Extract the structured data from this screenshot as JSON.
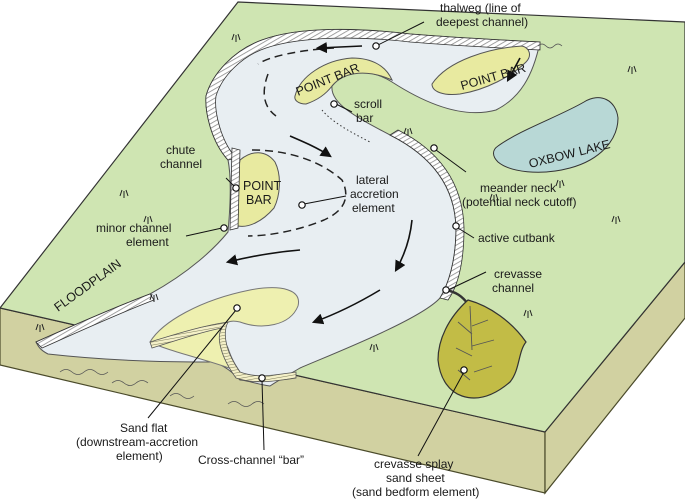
{
  "colors": {
    "floodplain": "#cfe5b2",
    "floodplain_edge": "#4a6b3a",
    "side_wall": "#d1d1a1",
    "channel": "#e8eef2",
    "point_bar": "#e8eaa0",
    "sand_flat": "#eef0b0",
    "oxbow_lake": "#b8d8d6",
    "splay": "#c2bc46",
    "bank_hatch": "#9a9a9a"
  },
  "bar_labels": {
    "upper_point_bar": "POINT BAR",
    "right_point_bar": "POINT BAR",
    "chute_point_bar_line1": "POINT",
    "chute_point_bar_line2": "BAR",
    "oxbow_lake": "OXBOW LAKE",
    "floodplain": "FLOODPLAIN"
  },
  "labels": {
    "thalweg_line1": "thalweg (line of",
    "thalweg_line2": "deepest channel)",
    "scroll_bar_line1": "scroll",
    "scroll_bar_line2": "bar",
    "chute_channel_line1": "chute",
    "chute_channel_line2": "channel",
    "lateral_accretion_line1": "lateral",
    "lateral_accretion_line2": "accretion",
    "lateral_accretion_line3": "element",
    "meander_neck_line1": "meander neck",
    "meander_neck_line2": "(potential neck cutoff)",
    "minor_channel_line1": "minor channel",
    "minor_channel_line2": "element",
    "active_cutbank": "active cutbank",
    "crevasse_channel_line1": "crevasse",
    "crevasse_channel_line2": "channel",
    "sand_flat_line1": "Sand flat",
    "sand_flat_line2": "(downstream-accretion",
    "sand_flat_line3": "element)",
    "cross_channel_bar": "Cross-channel “bar”",
    "crevasse_splay_line1": "crevasse splay",
    "crevasse_splay_line2": "sand sheet",
    "crevasse_splay_line3": "(sand bedform element)"
  }
}
